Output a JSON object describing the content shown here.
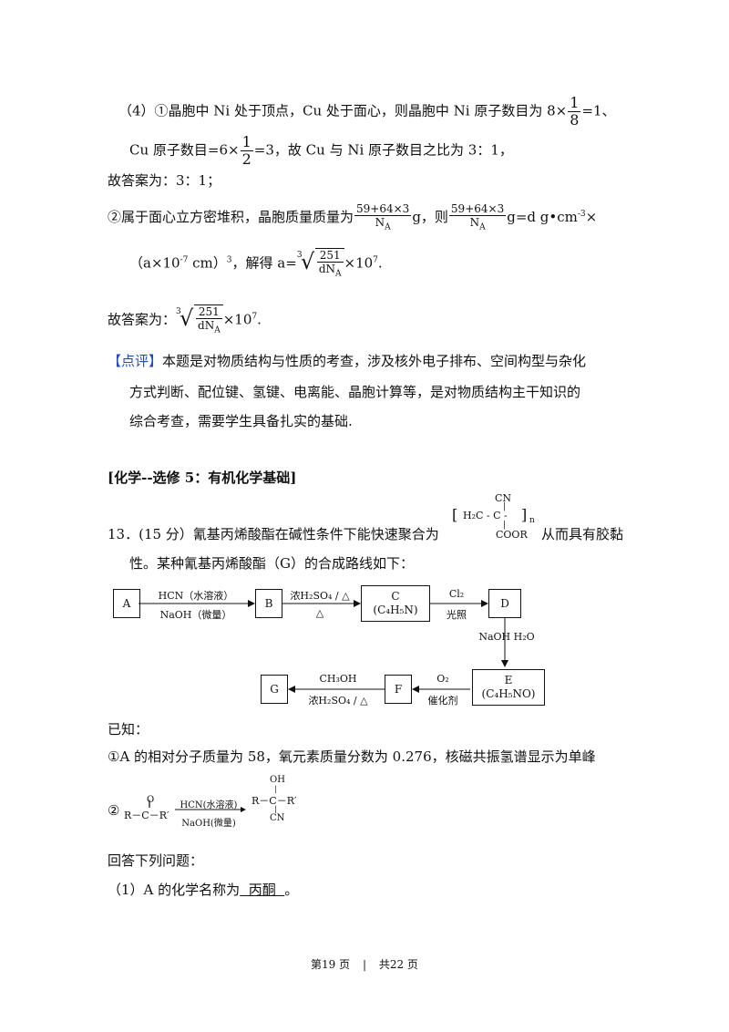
{
  "q4": {
    "line1_pre": "（4）①晶胞中 Ni 处于顶点，Cu 处于面心，则晶胞中 Ni 原子数目为 8×",
    "frac1_num": "1",
    "frac1_den": "8",
    "line1_post": "=1、",
    "line2_pre": "Cu 原子数目=6×",
    "frac2_num": "1",
    "frac2_den": "2",
    "line2_post": "=3，故 Cu 与 Ni 原子数目之比为 3：1，",
    "ans1": "故答案为：3：1；",
    "line3_pre": "②属于面心立方密堆积，晶胞质量质量为",
    "frac3_num": "59+64×3",
    "frac3_den": "N",
    "frac3_den_sub": "A",
    "line3_mid1": "g，则",
    "line3_mid2": "g=d g•cm",
    "line3_exp": "-3",
    "line3_post": "×",
    "line4_pre": "（a×10",
    "line4_exp1": "-7",
    "line4_mid": " cm）",
    "line4_exp2": "3",
    "line4_mid2": "，解得 a=",
    "root_idx": "3",
    "root_num": "251",
    "root_den": "dN",
    "root_den_sub": "A",
    "line4_post": "×10",
    "line4_exp3": "7",
    "line4_end": ".",
    "ans2_pre": "故答案为：",
    "ans2_post": "×10",
    "ans2_exp": "7",
    "ans2_end": "."
  },
  "comment": {
    "tag": "【点评】",
    "line1": "本题是对物质结构与性质的考查，涉及核外电子排布、空间构型与杂化",
    "line2": "方式判断、配位键、氢键、电离能、晶胞计算等，是对物质结构主干知识的",
    "line3": "综合考查，需要学生具备扎实的基础."
  },
  "section_title": "[化学--选修 5：有机化学基础]",
  "q13": {
    "line1_pre": "13．(15 分）氰基丙烯酸酯在碱性条件下能快速聚合为",
    "line1_post": "从而具有胶黏",
    "line2": "性。某种氰基丙烯酸酯（G）的合成路线如下：",
    "polymer": {
      "cn": "CN",
      "chain": "H₂C - C -",
      "coor": "COOR",
      "n": "n"
    }
  },
  "scheme": {
    "A": "A",
    "B": "B",
    "C": "C",
    "C_formula": "(C₄H₅N)",
    "D": "D",
    "E": "E",
    "E_formula": "(C₄H₅NO)",
    "F": "F",
    "G": "G",
    "ab_top": "HCN（水溶液）",
    "ab_bot": "NaOH（微量）",
    "bc_top": "浓H₂SO₄ / △",
    "bc_bot": "△",
    "cd_top": "Cl₂",
    "cd_bot": "光照",
    "de": "NaOH  H₂O",
    "ef_top": "O₂",
    "ef_bot": "催化剂",
    "fg_top": "CH₃OH",
    "fg_bot": "浓H₂SO₄ / △"
  },
  "known": {
    "title": "已知：",
    "item1": "①A 的相对分子质量为 58，氧元素质量分数为 0.276，核磁共振氢谱显示为单峰",
    "item2_mark": "②",
    "r_o": "O",
    "r_left": "R－C－R′",
    "r_top": "HCN(水溶液)",
    "r_bot": "NaOH(微量)",
    "p_oh": "OH",
    "p_mid": "R－C－R′",
    "p_cn": "CN"
  },
  "questions": {
    "title": "回答下列问题：",
    "q1_pre": "（1）A  的化学名称为",
    "q1_ans": "  丙酮  ",
    "q1_post": "。"
  },
  "footer": {
    "page": "第19 页",
    "sep": "|",
    "total": "共22 页"
  }
}
